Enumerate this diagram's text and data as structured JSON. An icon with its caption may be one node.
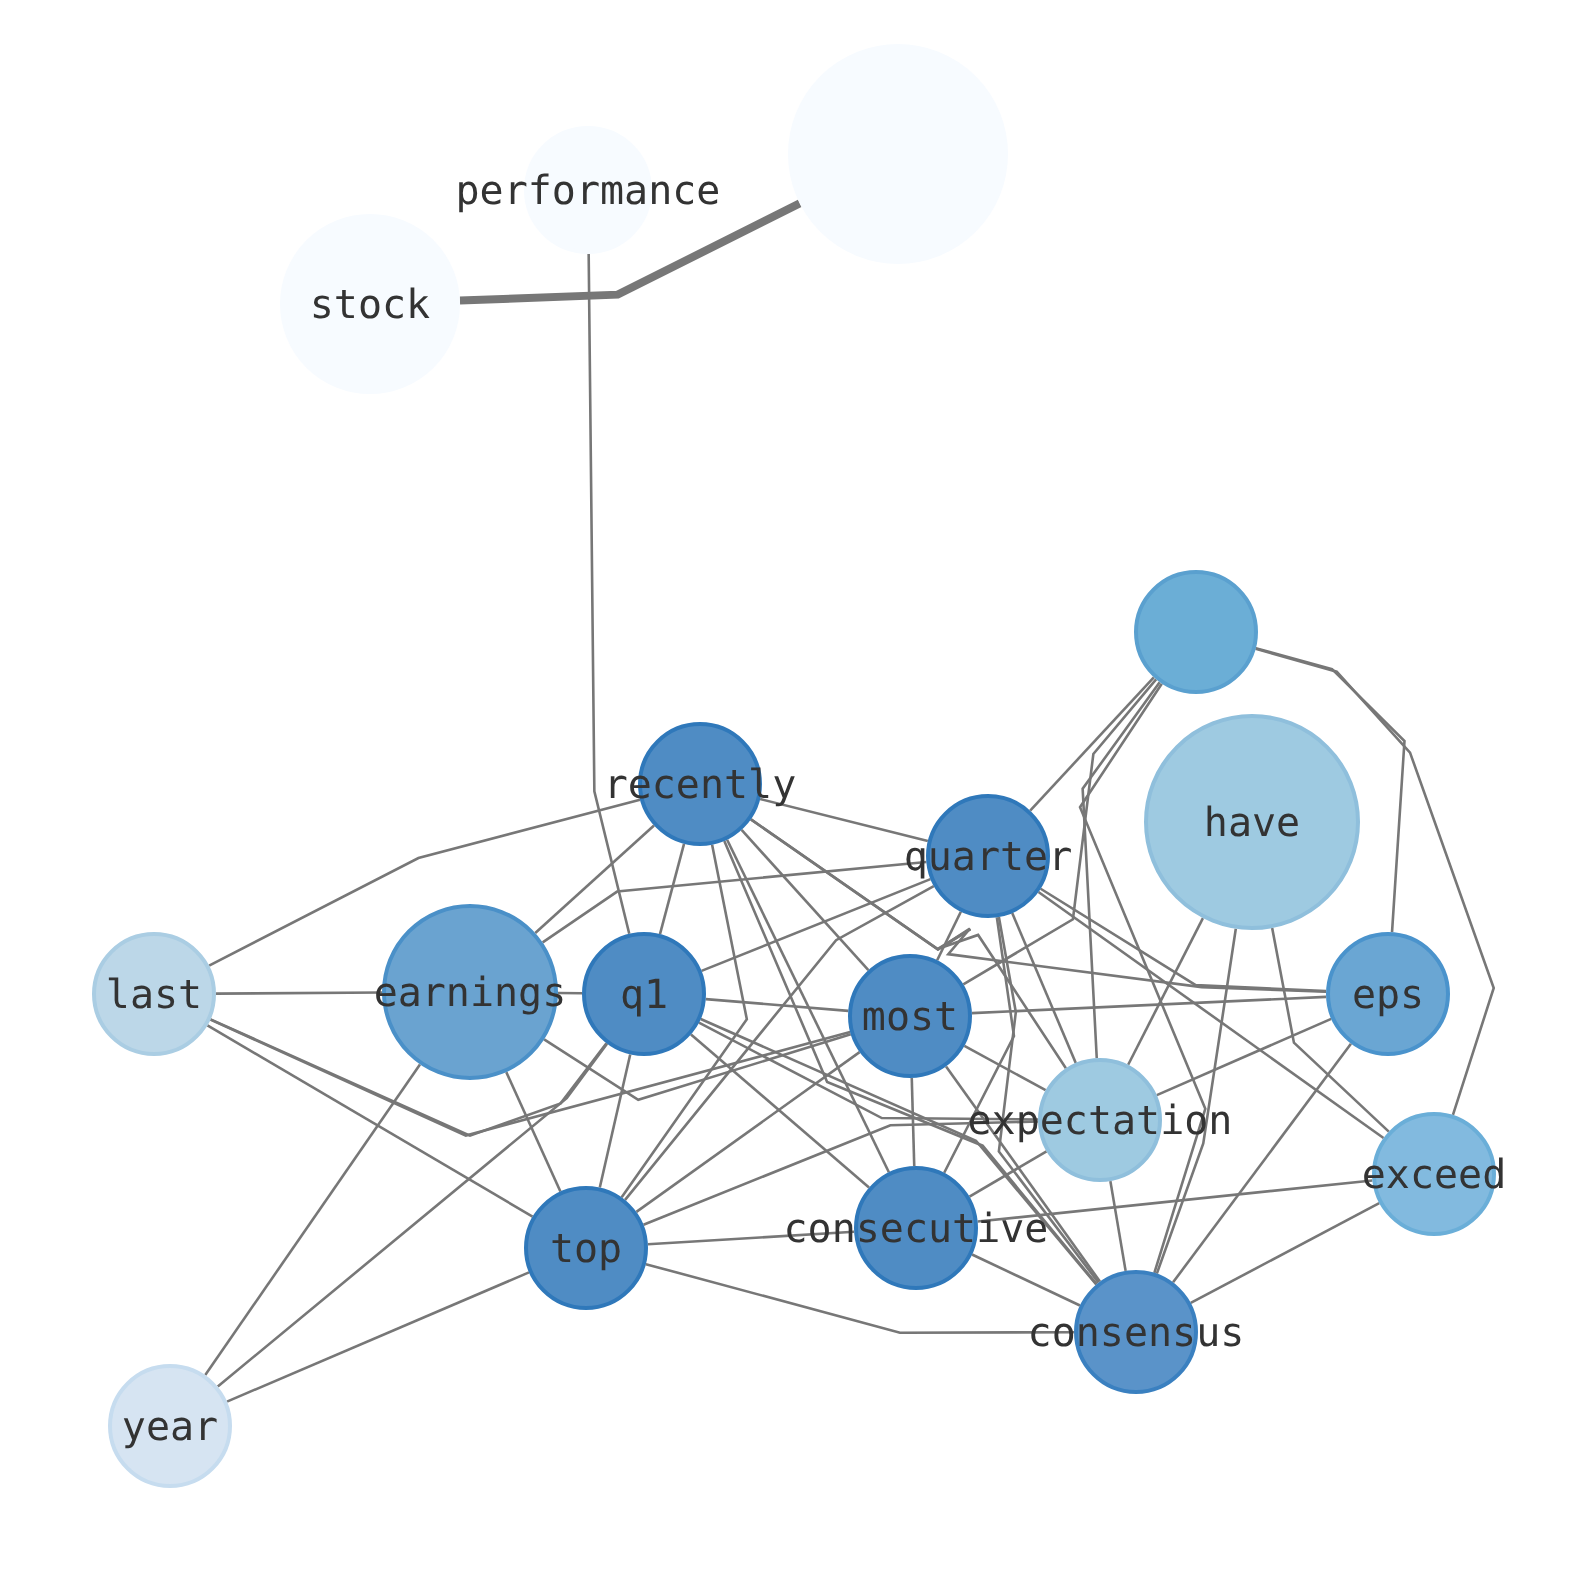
{
  "diagram": {
    "nodes": [
      {
        "text": [
          "stock"
        ]
      },
      {
        "text": [
          "performance"
        ]
      },
      {
        "text": [],
        "shape": "circle"
      },
      {
        "text": [],
        "shape": "circle"
      },
      {
        "text": [
          "have"
        ]
      },
      {
        "text": [
          "recently"
        ]
      },
      {
        "text": [
          "quarter"
        ]
      },
      {
        "text": [
          "last"
        ]
      },
      {
        "text": [
          "earnings"
        ]
      },
      {
        "text": [
          "q1"
        ]
      },
      {
        "text": [
          "most"
        ]
      },
      {
        "text": [
          "eps"
        ]
      },
      {
        "text": [
          "expectation"
        ]
      },
      {
        "text": [
          "exceed"
        ]
      },
      {
        "text": [
          "consecutive"
        ]
      },
      {
        "text": [
          "top"
        ]
      },
      {
        "text": [
          "consensus"
        ]
      },
      {
        "text": [
          "year"
        ]
      }
    ],
    "edges": [
      {
        "from": 0,
        "to": 2,
        "arrow": "none",
        "style": "thick"
      },
      {
        "from": 1,
        "to": 9,
        "arrow": "none"
      },
      {
        "from": 7,
        "to": 8,
        "arrow": "none"
      },
      {
        "from": 7,
        "to": 9,
        "arrow": "none"
      },
      {
        "from": 7,
        "to": 5,
        "arrow": "none"
      },
      {
        "from": 7,
        "to": 10,
        "arrow": "none"
      },
      {
        "from": 7,
        "to": 15,
        "arrow": "none"
      },
      {
        "from": 8,
        "to": 9,
        "arrow": "none"
      },
      {
        "from": 8,
        "to": 10,
        "arrow": "none"
      },
      {
        "from": 8,
        "to": 15,
        "arrow": "none"
      },
      {
        "from": 8,
        "to": 17,
        "arrow": "none"
      },
      {
        "from": 8,
        "to": 5,
        "arrow": "none"
      },
      {
        "from": 8,
        "to": 6,
        "arrow": "none"
      },
      {
        "from": 9,
        "to": 17,
        "arrow": "none"
      },
      {
        "from": 9,
        "to": 15,
        "arrow": "none"
      },
      {
        "from": 9,
        "to": 5,
        "arrow": "none"
      },
      {
        "from": 9,
        "to": 6,
        "arrow": "none"
      },
      {
        "from": 9,
        "to": 10,
        "arrow": "none"
      },
      {
        "from": 9,
        "to": 12,
        "arrow": "none"
      },
      {
        "from": 9,
        "to": 14,
        "arrow": "none"
      },
      {
        "from": 9,
        "to": 16,
        "arrow": "none"
      },
      {
        "from": 5,
        "to": 6,
        "arrow": "none"
      },
      {
        "from": 5,
        "to": 15,
        "arrow": "none"
      },
      {
        "from": 5,
        "to": 10,
        "arrow": "none"
      },
      {
        "from": 5,
        "to": 12,
        "arrow": "none"
      },
      {
        "from": 5,
        "to": 14,
        "arrow": "none"
      },
      {
        "from": 5,
        "to": 16,
        "arrow": "none"
      },
      {
        "from": 5,
        "to": 11,
        "arrow": "none"
      },
      {
        "from": 6,
        "to": 3,
        "arrow": "none"
      },
      {
        "from": 6,
        "to": 10,
        "arrow": "none"
      },
      {
        "from": 6,
        "to": 11,
        "arrow": "none"
      },
      {
        "from": 6,
        "to": 13,
        "arrow": "none"
      },
      {
        "from": 6,
        "to": 12,
        "arrow": "none"
      },
      {
        "from": 6,
        "to": 14,
        "arrow": "none"
      },
      {
        "from": 6,
        "to": 16,
        "arrow": "none"
      },
      {
        "from": 6,
        "to": 15,
        "arrow": "none"
      },
      {
        "from": 10,
        "to": 11,
        "arrow": "none"
      },
      {
        "from": 10,
        "to": 15,
        "arrow": "none"
      },
      {
        "from": 10,
        "to": 12,
        "arrow": "none"
      },
      {
        "from": 10,
        "to": 14,
        "arrow": "none"
      },
      {
        "from": 10,
        "to": 16,
        "arrow": "none"
      },
      {
        "from": 3,
        "to": 10,
        "arrow": "none"
      },
      {
        "from": 3,
        "to": 11,
        "arrow": "none"
      },
      {
        "from": 3,
        "to": 13,
        "arrow": "none"
      },
      {
        "from": 3,
        "to": 12,
        "arrow": "none"
      },
      {
        "from": 3,
        "to": 16,
        "arrow": "none"
      },
      {
        "from": 4,
        "to": 12,
        "arrow": "none"
      },
      {
        "from": 4,
        "to": 16,
        "arrow": "none"
      },
      {
        "from": 4,
        "to": 13,
        "arrow": "none"
      },
      {
        "from": 11,
        "to": 12,
        "arrow": "none"
      },
      {
        "from": 11,
        "to": 16,
        "arrow": "none"
      },
      {
        "from": 13,
        "to": 14,
        "arrow": "none"
      },
      {
        "from": 13,
        "to": 16,
        "arrow": "none"
      },
      {
        "from": 15,
        "to": 14,
        "arrow": "none"
      },
      {
        "from": 15,
        "to": 12,
        "arrow": "none"
      },
      {
        "from": 15,
        "to": 16,
        "arrow": "none"
      },
      {
        "from": 15,
        "to": 17,
        "arrow": "none"
      },
      {
        "from": 12,
        "to": 14,
        "arrow": "none"
      },
      {
        "from": 12,
        "to": 16,
        "arrow": "none"
      },
      {
        "from": 14,
        "to": 16,
        "arrow": "none"
      }
    ]
  }
}
